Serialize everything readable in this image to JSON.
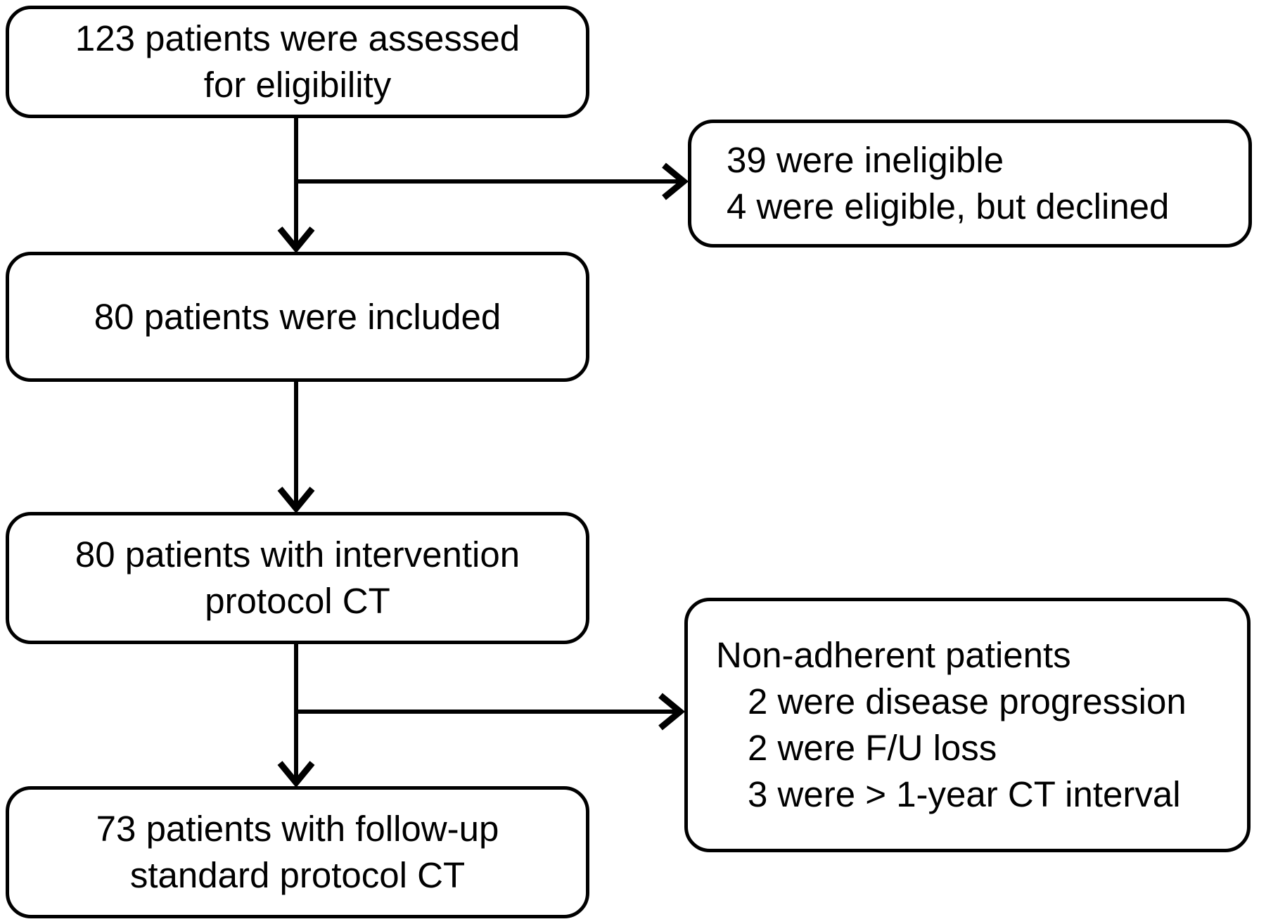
{
  "diagram": {
    "colors": {
      "stroke": "#000000",
      "background": "#ffffff",
      "text": "#000000"
    },
    "boxes": {
      "assessed": {
        "lines": [
          "123 patients were assessed",
          "for eligibility"
        ]
      },
      "excluded": {
        "lines": [
          "39 were ineligible",
          "4 were eligible, but declined"
        ]
      },
      "included": {
        "lines": [
          "80 patients were included"
        ]
      },
      "intervention": {
        "lines": [
          "80 patients with intervention",
          "protocol CT"
        ]
      },
      "nonadherent": {
        "lines": [
          "Non-adherent patients",
          "2 were disease progression",
          "2 were F/U loss",
          "3 were > 1-year CT interval"
        ]
      },
      "followup": {
        "lines": [
          "73 patients with follow-up",
          "standard protocol CT"
        ]
      }
    }
  }
}
